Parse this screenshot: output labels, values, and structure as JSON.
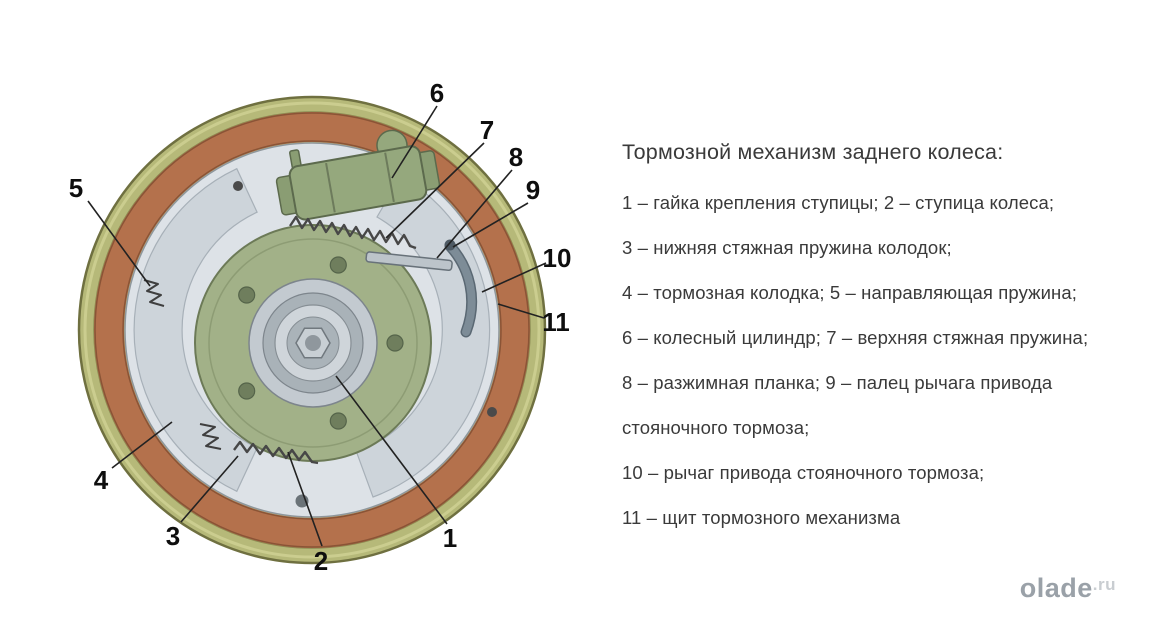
{
  "legend": {
    "title": "Тормозной механизм заднего колеса:",
    "lines": [
      "1 – гайка крепления ступицы; 2 – ступица колеса;",
      "3 – нижняя стяжная пружина колодок;",
      "4 – тормозная колодка; 5 – направляющая пружина;",
      "6 – колесный цилиндр; 7 – верхняя стяжная пружина;",
      "8 – разжимная планка; 9 – палец рычага привода",
      "стояночного тормоза;",
      "10 – рычаг привода стояночного тормоза;",
      "11 – щит тормозного механизма"
    ]
  },
  "callouts": [
    "1",
    "2",
    "3",
    "4",
    "5",
    "6",
    "7",
    "8",
    "9",
    "10",
    "11"
  ],
  "watermark": {
    "brand": "olade",
    "suffix": ".ru"
  },
  "palette": {
    "drum_olive": "#b6b979",
    "lining_copper": "#b4714c",
    "plate_gray": "#dde2e7",
    "hub_green": "#a2b188",
    "cylinder_green": "#95a87d"
  }
}
